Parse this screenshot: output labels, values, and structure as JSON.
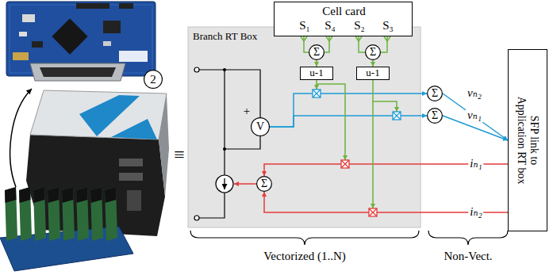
{
  "diagram": {
    "nodes": [
      {
        "text": [
          "2"
        ]
      },
      {
        "text": [
          "Cell card",
          "S₁",
          "S₄",
          "S₂",
          "S₃"
        ]
      },
      {
        "text": [
          "Branch RT Box"
        ]
      },
      {
        "text": [
          "Σ"
        ],
        "in": 2
      },
      {
        "text": [
          "Σ"
        ],
        "in": 2
      },
      {
        "text": [
          "u-1"
        ],
        "in": 2
      },
      {
        "text": [
          "u-1"
        ],
        "in": 2
      },
      {
        "text": [
          "V"
        ],
        "in": 2
      },
      {
        "text": [
          "Σ"
        ],
        "in": 2
      },
      {
        "text": [
          "Σ"
        ]
      },
      {
        "text": [
          "Σ"
        ]
      },
      {
        "text": [
          "SFP link to Application RT box"
        ]
      }
    ],
    "edges": [
      {
        "from": 1,
        "to": 3,
        "arrow": "none"
      },
      {
        "from": 1,
        "to": 3,
        "arrow": "none"
      },
      {
        "from": 1,
        "to": 4,
        "arrow": "none"
      },
      {
        "from": 1,
        "to": 4,
        "arrow": "none"
      },
      {
        "from": 3,
        "to": 5,
        "arrow": "to"
      },
      {
        "from": 4,
        "to": 6,
        "arrow": "to"
      },
      {
        "from": 7,
        "to": 9,
        "arrow": "to"
      },
      {
        "from": 7,
        "to": 10,
        "arrow": "to"
      },
      {
        "from": 9,
        "to": 11,
        "label": "vₙ₂",
        "arrow": "to"
      },
      {
        "from": 10,
        "to": 11,
        "label": "vₙ₁",
        "arrow": "to"
      },
      {
        "from": 11,
        "to": 8,
        "label": "iₙ₁",
        "arrow": "to"
      },
      {
        "from": 11,
        "to": 8,
        "label": "iₙ₂",
        "arrow": "to"
      }
    ],
    "labels": [
      "≡",
      "+",
      "Vectorized (1..N)",
      "Non-Vect."
    ]
  }
}
